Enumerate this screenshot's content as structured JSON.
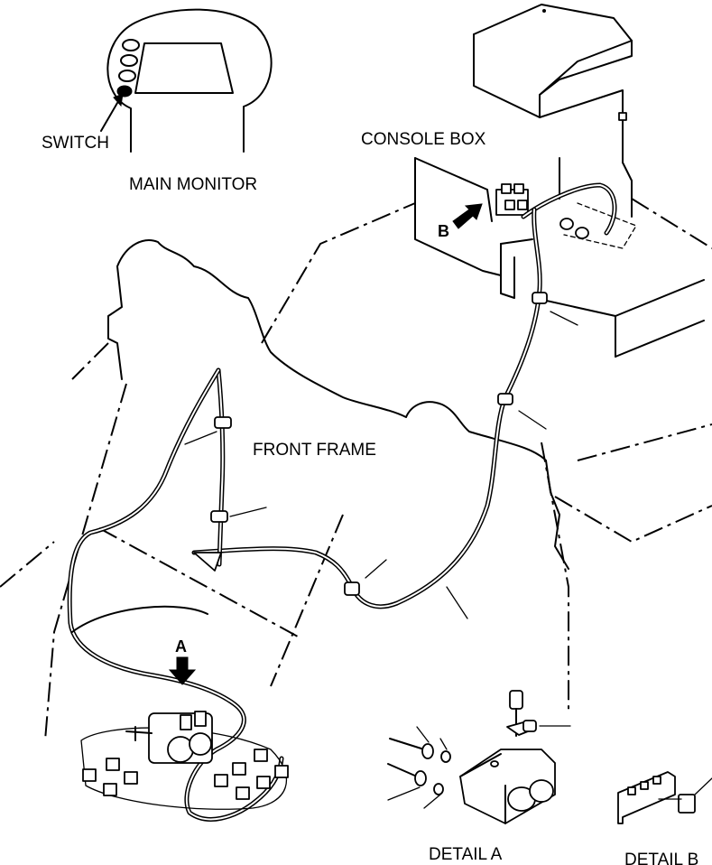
{
  "labels": {
    "switch": "SWITCH",
    "main_monitor": "MAIN MONITOR",
    "console_box": "CONSOLE BOX",
    "front_frame": "FRONT FRAME",
    "arrow_a": "A",
    "arrow_b": "B",
    "detail_a": "DETAIL A",
    "detail_b": "DETAIL B"
  }
}
